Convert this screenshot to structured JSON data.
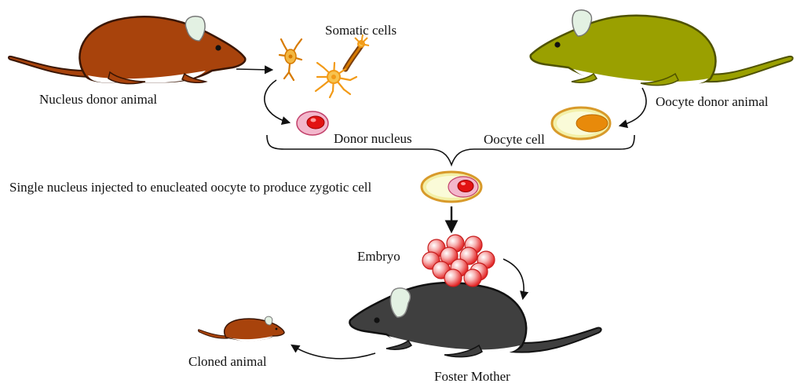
{
  "labels": {
    "somatic_cells": "Somatic cells",
    "nucleus_donor_animal": "Nucleus donor animal",
    "oocyte_donor_animal": "Oocyte donor animal",
    "donor_nucleus": "Donor nucleus",
    "oocyte_cell": "Oocyte cell",
    "injection_step": "Single nucleus injected to enucleated oocyte to produce zygotic cell",
    "embryo": "Embryo",
    "cloned_animal": "Cloned animal",
    "foster_mother": "Foster Mother"
  },
  "colors": {
    "nucleus_donor_body": "#a8430c",
    "oocyte_donor_body": "#9aa000",
    "foster_mother_body": "#3f3f3f",
    "ear_inner": "#e3f1e3",
    "belly": "#ffffff",
    "somatic_cell": "#f29a17",
    "donor_nucleus_outer": "#f3b7cc",
    "donor_nucleus_inner": "#e21212",
    "oocyte_cytoplasm": "#f3f0a8",
    "oocyte_rim": "#d89a2a",
    "oocyte_nucleus": "#e88a0a",
    "embryo_cell": "#ef3a3a"
  }
}
